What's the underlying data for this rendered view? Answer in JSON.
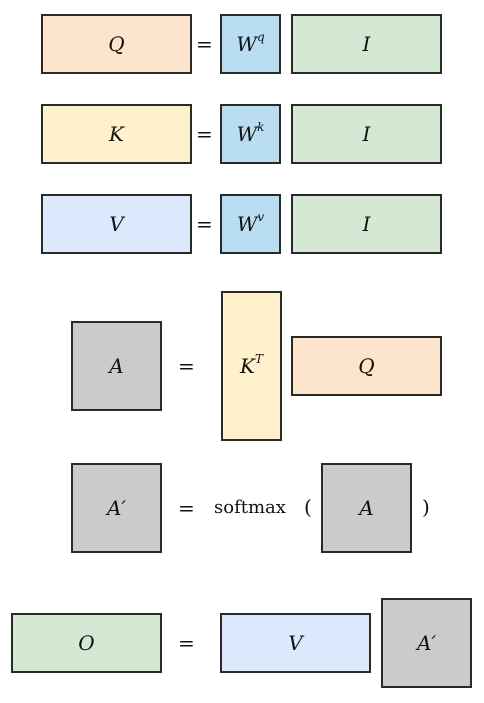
{
  "colors": {
    "orange": "#fde4cc",
    "yellow": "#fff1cc",
    "lavender": "#dce8fb",
    "green": "#d5e8d4",
    "blue": "#b9ddf1",
    "gray": "#cbcbcb",
    "stroke": "#2a2a2a"
  },
  "symbols": {
    "equals": "=",
    "softmax": "softmax",
    "open_paren": "(",
    "close_paren": ")"
  },
  "rows": {
    "q": {
      "lhs": "Q",
      "w": "W",
      "w_sup": "q",
      "input": "I"
    },
    "k": {
      "lhs": "K",
      "w": "W",
      "w_sup": "k",
      "input": "I"
    },
    "v": {
      "lhs": "V",
      "w": "W",
      "w_sup": "v",
      "input": "I"
    },
    "a": {
      "lhs": "A",
      "kt": "K",
      "kt_sup": "T",
      "q": "Q"
    },
    "aprime": {
      "lhs": "A′",
      "arg": "A"
    },
    "o": {
      "lhs": "O",
      "v": "V",
      "a": "A′"
    }
  }
}
